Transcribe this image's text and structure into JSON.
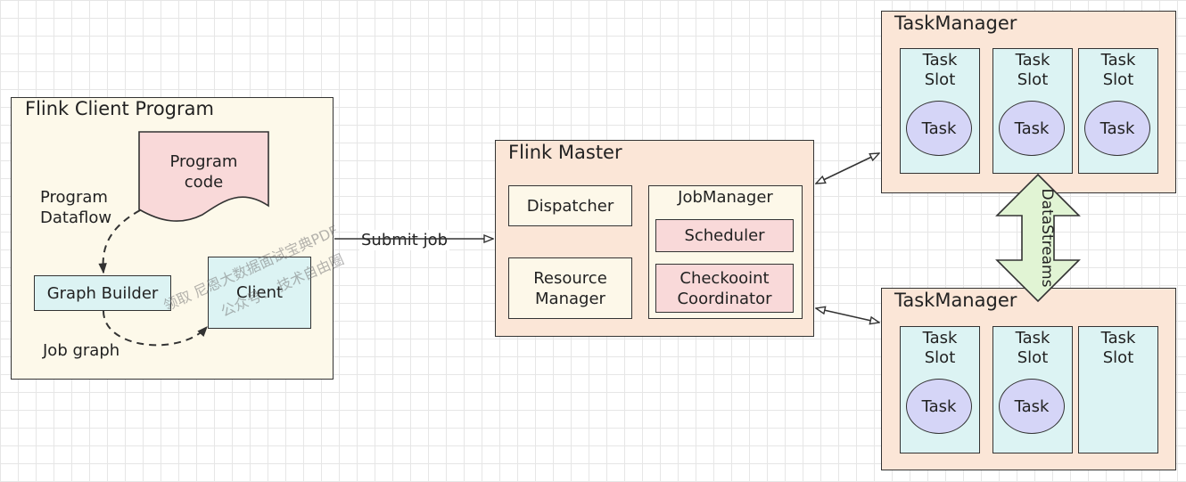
{
  "client": {
    "title": "Flink Client Program",
    "program_code": "Program\ncode",
    "program_dataflow": "Program\nDataflow",
    "graph_builder": "Graph Builder",
    "client": "Client",
    "job_graph": "Job graph"
  },
  "submit_label": "Submit job",
  "master": {
    "title": "Flink Master",
    "dispatcher": "Dispatcher",
    "resource_manager": "Resource\nManager",
    "jobmanager": {
      "title": "JobManager",
      "scheduler": "Scheduler",
      "checkpoint": "Checkooint\nCoordinator"
    }
  },
  "taskmanagers": [
    {
      "title": "TaskManager",
      "slots": [
        {
          "label": "Task\nSlot",
          "task": "Task"
        },
        {
          "label": "Task\nSlot",
          "task": "Task"
        },
        {
          "label": "Task\nSlot",
          "task": "Task"
        }
      ]
    },
    {
      "title": "TaskManager",
      "slots": [
        {
          "label": "Task\nSlot",
          "task": "Task"
        },
        {
          "label": "Task\nSlot",
          "task": "Task"
        },
        {
          "label": "Task\nSlot",
          "task": ""
        }
      ]
    }
  ],
  "datastreams_label": "DataStreams",
  "watermark": {
    "line1": "领取 尼恩大数据面试宝典PDF",
    "line2": "公众号： 技术自由圈"
  },
  "colors": {
    "client_bg": "#fdf9ea",
    "master_bg": "#fbe6d7",
    "slot_bg": "#dcf3f3",
    "task_bg": "#d5d5f7",
    "pink_bg": "#f9d9d9",
    "datastreams_arrow": "#e1f4d4"
  }
}
